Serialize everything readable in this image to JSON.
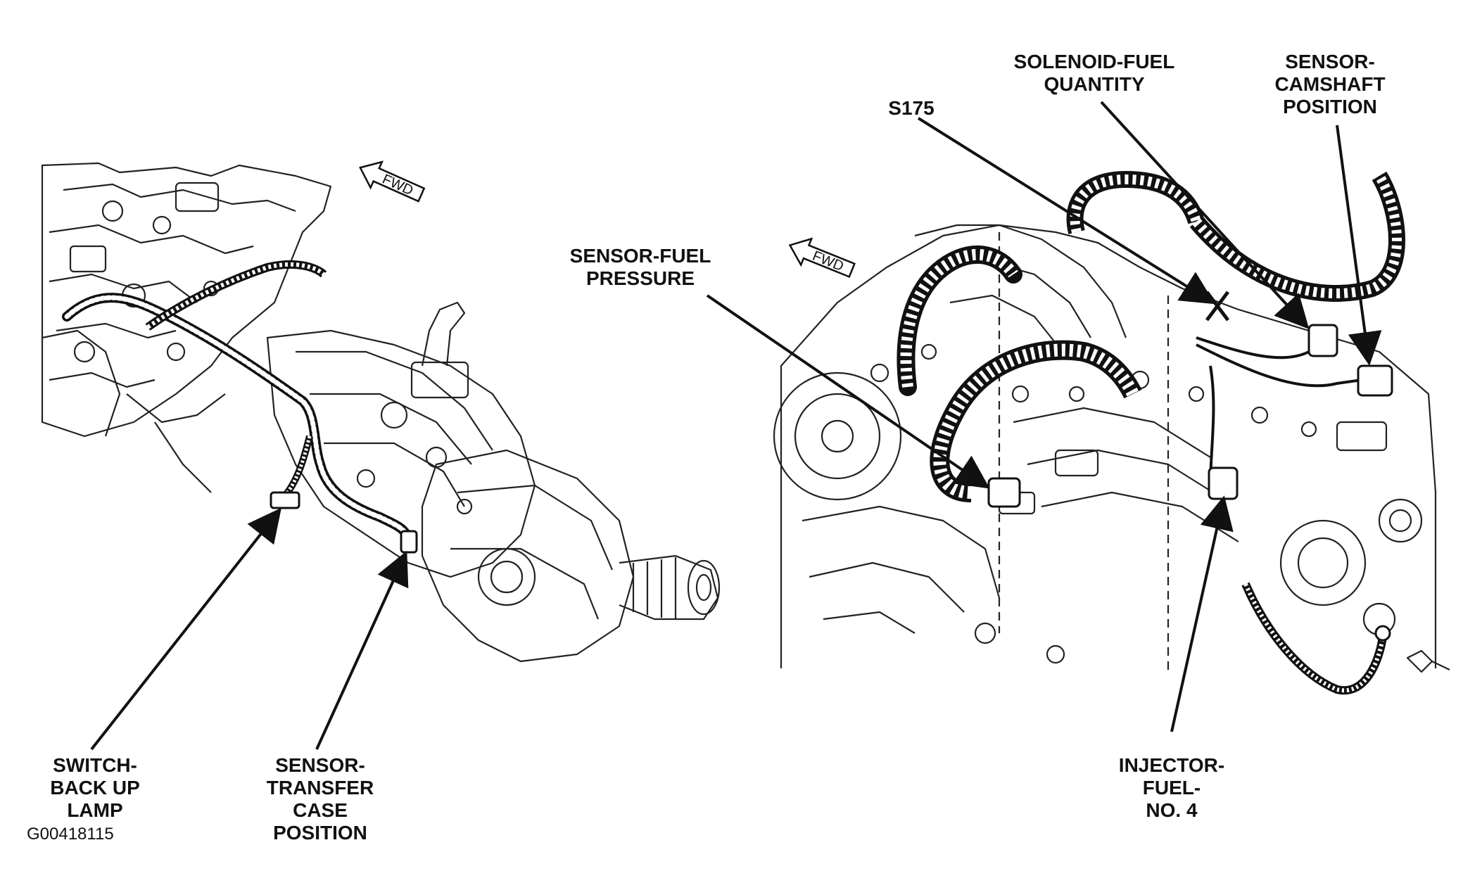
{
  "figure_id": "G00418115",
  "fwd_text": "FWD",
  "colors": {
    "ink": "#111111",
    "paper": "#ffffff",
    "line": "#222222"
  },
  "left_view": {
    "labels": {
      "switch_back_up_lamp": [
        "SWITCH-",
        "BACK UP",
        "LAMP"
      ],
      "sensor_transfer_case": [
        "SENSOR-",
        "TRANSFER",
        "CASE",
        "POSITION"
      ]
    }
  },
  "right_view": {
    "labels": {
      "sensor_fuel_pressure": [
        "SENSOR-FUEL",
        "PRESSURE"
      ],
      "s175": [
        "S175"
      ],
      "solenoid_fuel_quantity": [
        "SOLENOID-FUEL",
        "QUANTITY"
      ],
      "sensor_camshaft": [
        "SENSOR-",
        "CAMSHAFT",
        "POSITION"
      ],
      "injector_fuel": [
        "INJECTOR-",
        "FUEL-",
        "NO. 4"
      ]
    }
  }
}
